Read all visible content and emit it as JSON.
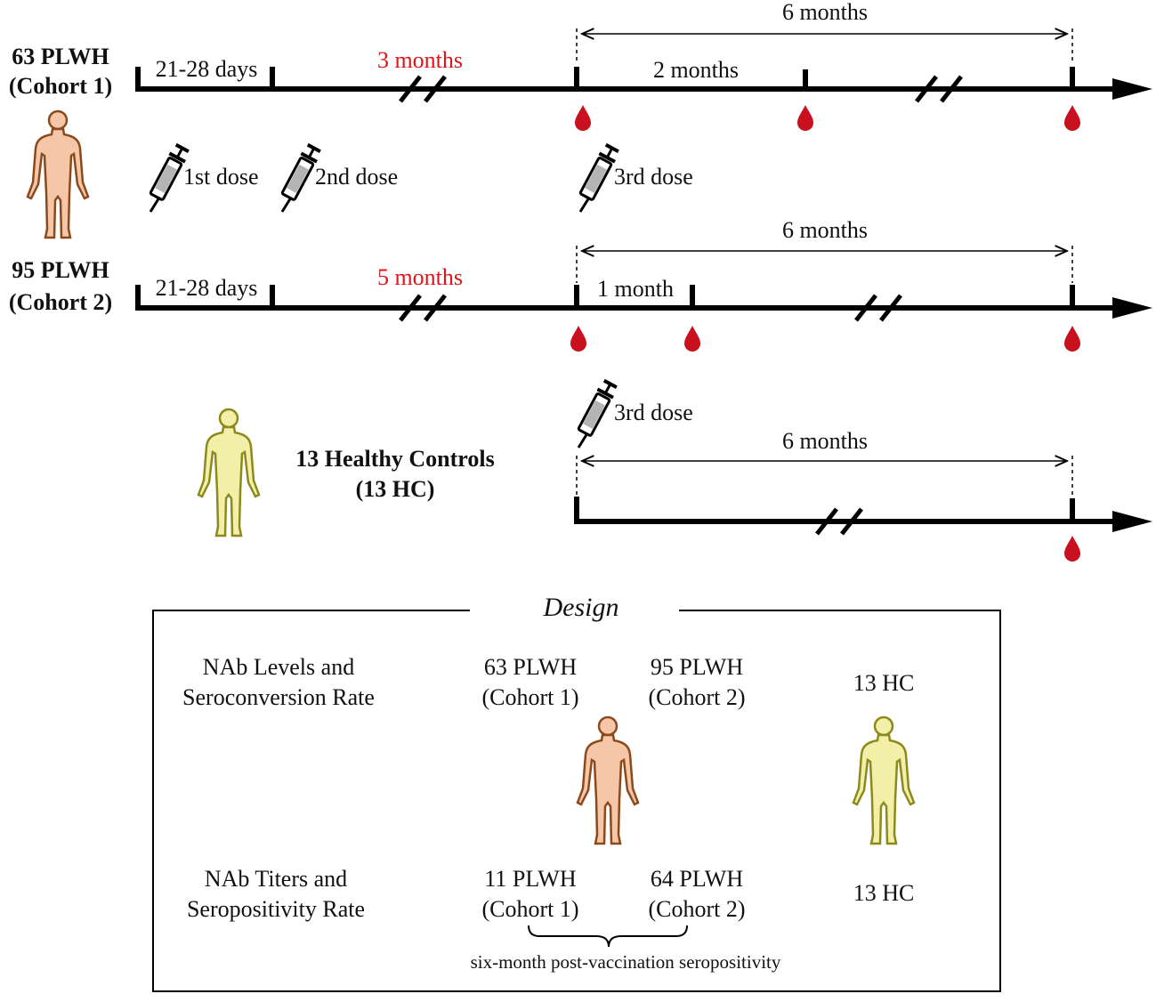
{
  "colors": {
    "axis": "#000000",
    "accent_red": "#e0141a",
    "blood_drop": "#c8101e",
    "plwh_figure_fill": "#f6c6a8",
    "plwh_figure_stroke": "#8a4a1c",
    "hc_figure_fill": "#f2f0a8",
    "hc_figure_stroke": "#8c8a1c"
  },
  "icons": {
    "person": "person-figure-icon",
    "syringe": "syringe-icon",
    "blood": "blood-drop-icon",
    "break": "axis-break-icon"
  },
  "cohort1": {
    "name": "63 PLWH",
    "sub": "(Cohort 1)",
    "interval1": "21-28 days",
    "interval2": "3 months",
    "interval3": "2 months",
    "span": "6 months"
  },
  "doses": {
    "first": "1st dose",
    "second": "2nd dose",
    "third": "3rd dose"
  },
  "cohort2": {
    "name": "95 PLWH",
    "sub": "(Cohort 2)",
    "interval1": "21-28 days",
    "interval2": "5 months",
    "interval3": "1 month",
    "span": "6 months"
  },
  "hc": {
    "name": "13 Healthy Controls",
    "sub": "(13 HC)",
    "dose": "3rd dose",
    "span": "6 months"
  },
  "design": {
    "title": "Design",
    "row1": {
      "label_line1": "NAb Levels and",
      "label_line2": "Seroconversion Rate",
      "c1_line1": "63 PLWH",
      "c1_line2": "(Cohort 1)",
      "c2_line1": "95 PLWH",
      "c2_line2": "(Cohort 2)",
      "hc": "13 HC"
    },
    "row2": {
      "label_line1": "NAb Titers and",
      "label_line2": "Seropositivity Rate",
      "c1_line1": "11 PLWH",
      "c1_line2": "(Cohort 1)",
      "c2_line1": "64 PLWH",
      "c2_line2": "(Cohort 2)",
      "hc": "13 HC"
    },
    "brace_note": "six-month post-vaccination seropositivity"
  }
}
